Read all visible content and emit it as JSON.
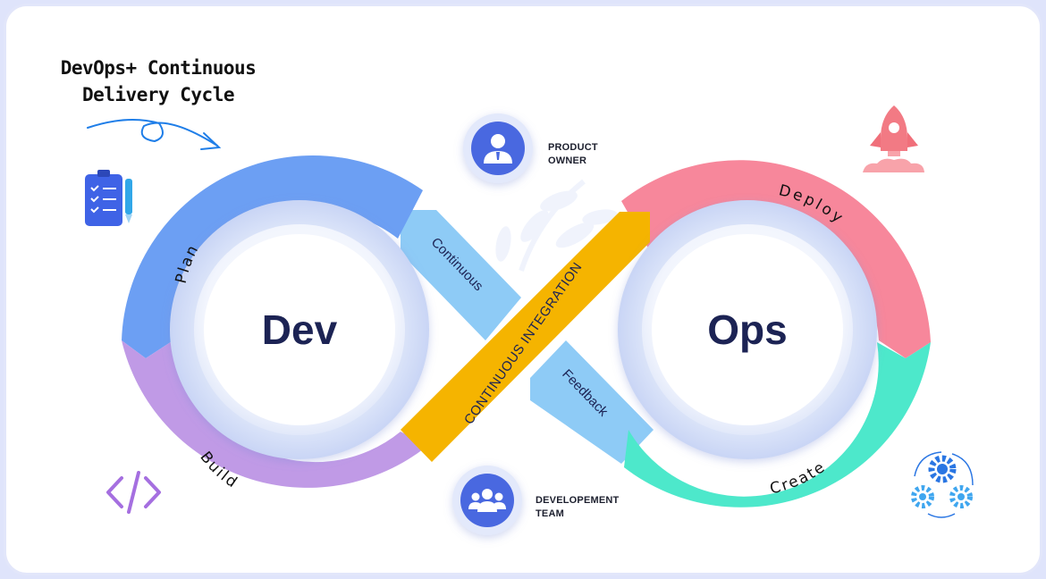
{
  "title": {
    "line1": "DevOps+ Continuous",
    "line2": "Delivery Cycle"
  },
  "center_labels": {
    "dev": "Dev",
    "ops": "Ops"
  },
  "segments": {
    "plan": "Plan",
    "build": "Build",
    "deploy": "Deploy",
    "create": "Create"
  },
  "bands": {
    "continuous": "Continuous",
    "feedback": "Feedback",
    "integration": "CONTINUOUS INTEGRATION"
  },
  "roles": {
    "product_owner": {
      "line1": "PRODUCT",
      "line2": "OWNER"
    },
    "development_team": {
      "line1": "DEVELOPEMENT",
      "line2": "TEAM"
    }
  },
  "icons": {
    "checklist": "clipboard-checklist-icon",
    "code": "code-brackets-icon",
    "rocket": "rocket-icon",
    "gears": "gears-icon",
    "user": "user-icon",
    "team": "team-icon"
  },
  "colors": {
    "plan": "#6c9ff3",
    "build": "#c09ae6",
    "deploy": "#f7879b",
    "create": "#4de8cb",
    "integration": "#f5b400",
    "continuous": "#8ecbf6",
    "feedback": "#8ecbf6",
    "text_dark": "#1c2354"
  }
}
